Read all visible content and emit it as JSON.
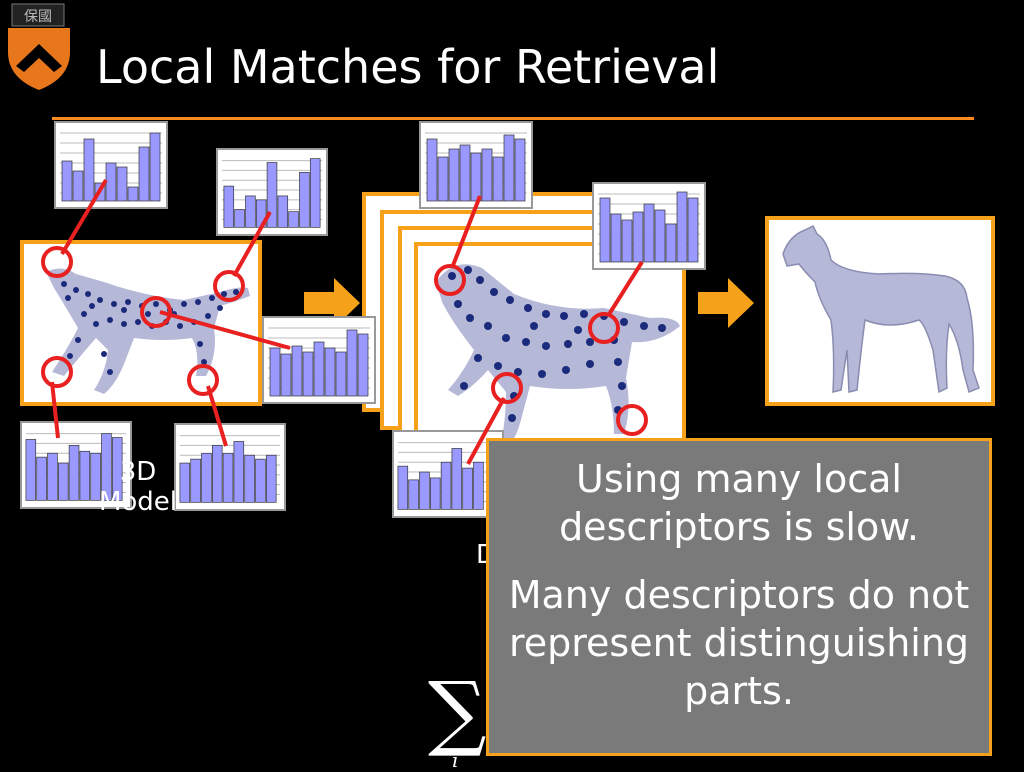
{
  "slide": {
    "title": "Local Matches for Retrieval",
    "left_caption_line1": "3D",
    "left_caption_line2": "Model",
    "mid_caption_fragment": "D",
    "overlay_line1": "Using many local descriptors is slow.",
    "overlay_line2": "Many descriptors do not represent distinguishing parts.",
    "formula_symbol": "∑",
    "formula_sub": "i"
  },
  "colors": {
    "accent": "#f5a11a",
    "rule": "#ff8a1e",
    "bar_fill": "#9999ff",
    "marker": "#e82020",
    "overlay_bg": "#7a7a7a"
  },
  "icons": {
    "logo": "princeton-shield-icon",
    "arrow": "orange-right-arrow-icon"
  }
}
